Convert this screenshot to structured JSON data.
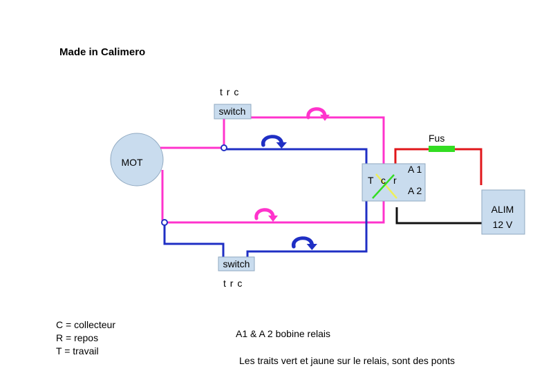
{
  "title": "Made in Calimero",
  "labels": {
    "motor": "MOT",
    "switch_top": "switch",
    "switch_top_terminals": "t r c",
    "switch_bottom": "switch",
    "switch_bottom_terminals": "t r c",
    "relay_t": "T",
    "relay_c": "c",
    "relay_r": "r",
    "relay_a1": "A 1",
    "relay_a2": "A 2",
    "fuse": "Fus",
    "power_line1": "ALIM",
    "power_line2": "12 V"
  },
  "legend": {
    "line1": "C = collecteur",
    "line2": "R = repos",
    "line3": "T = travail"
  },
  "notes": {
    "coil": "A1 & A 2 bobine relais",
    "bridges": "Les traits vert et jaune sur le relais, sont des ponts"
  },
  "colors": {
    "pink": "#ff33cc",
    "blue": "#1f2fc4",
    "red": "#e0161a",
    "black": "#111111",
    "green": "#33dd22",
    "yellow": "#eef05a",
    "box_fill": "#c9dcee",
    "box_stroke": "#8fa8c0",
    "motor_fill": "#c9dcee"
  },
  "icons": {
    "rotation_arrow": "curved-arrow-icon"
  }
}
